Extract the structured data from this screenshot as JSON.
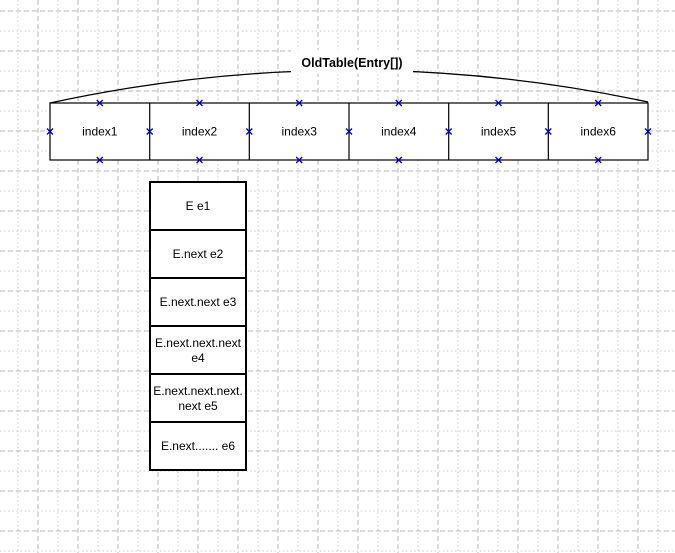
{
  "canvas": {
    "title": {
      "label": "OldTable(Entry[])"
    },
    "old_table": {
      "cells": [
        {
          "label": "index1"
        },
        {
          "label": "index2"
        },
        {
          "label": "index3"
        },
        {
          "label": "index4"
        },
        {
          "label": "index5"
        },
        {
          "label": "index6"
        }
      ]
    },
    "entry_chain": {
      "rows": [
        {
          "line1": "E e1",
          "line2": ""
        },
        {
          "line1": "E.next e2",
          "line2": ""
        },
        {
          "line1": "E.next.next e3",
          "line2": ""
        },
        {
          "line1": "E.next.next.next",
          "line2": "e4"
        },
        {
          "line1": "E.next.next.next.",
          "line2": "next e5"
        },
        {
          "line1": "E.next....... e6",
          "line2": ""
        }
      ]
    },
    "colors": {
      "title_text": "#ff0000",
      "shape_border": "#000000",
      "connection_point": "#0000cc",
      "grid_dashed": "#b7b7b7",
      "grid_dotted": "#c9c9c9"
    }
  }
}
